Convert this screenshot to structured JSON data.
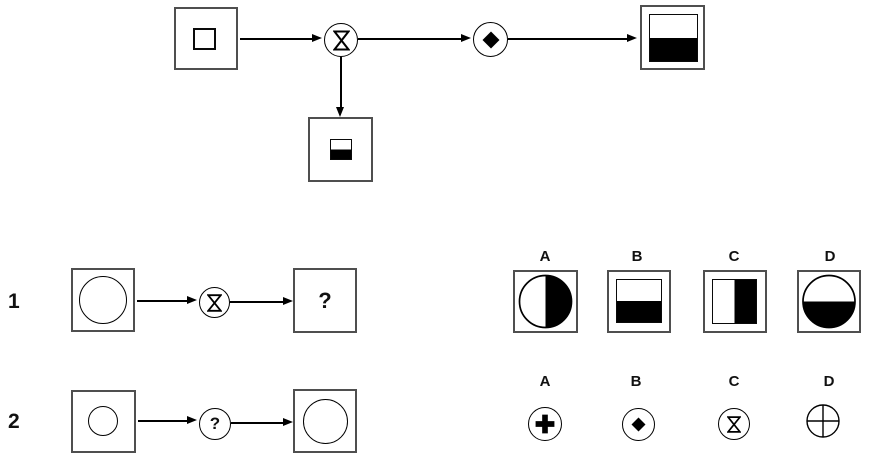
{
  "colors": {
    "background": "#ffffff",
    "line": "#000000",
    "box_border": "#4f4f4f",
    "shape_fill": "#000000"
  },
  "example": {
    "input_icon": "square-outline",
    "operator1_icon": "hourglass-icon",
    "branch_result_icon": "square-bottom-half-black",
    "operator2_icon": "diamond-icon",
    "result_icon": "square-bottom-half-black"
  },
  "questions": [
    {
      "number": "1",
      "input_icon": "circle-outline",
      "operator_icon": "hourglass-icon",
      "unknown_mark": "?",
      "options": [
        {
          "label": "A",
          "icon": "circle-right-half-black"
        },
        {
          "label": "B",
          "icon": "square-bottom-half-black"
        },
        {
          "label": "C",
          "icon": "square-right-half-black"
        },
        {
          "label": "D",
          "icon": "circle-bottom-half-black"
        }
      ]
    },
    {
      "number": "2",
      "input_icon": "small-circle-outline",
      "operator_mark": "?",
      "output_icon": "large-circle-outline",
      "options": [
        {
          "label": "A",
          "icon": "bold-plus-icon"
        },
        {
          "label": "B",
          "icon": "filled-diamond-icon"
        },
        {
          "label": "C",
          "icon": "hourglass-icon"
        },
        {
          "label": "D",
          "icon": "quartered-circle-icon"
        }
      ]
    }
  ]
}
